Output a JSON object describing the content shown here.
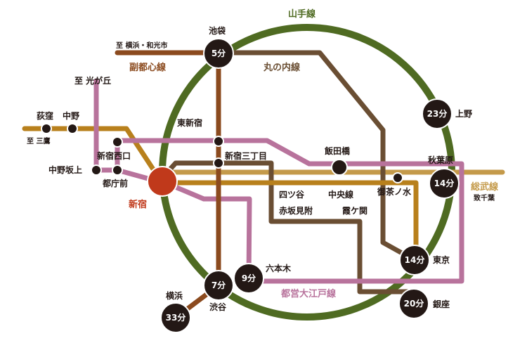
{
  "lines": {
    "yamanote": "山手線",
    "fukutoshin": "副都心線",
    "marunouchi": "丸の内線",
    "chuo": "中央線",
    "sobu": "総武線",
    "oedo": "都営大江戸線"
  },
  "colors": {
    "yamanote": "#4f6b22",
    "fukutoshin": "#8b4a1e",
    "marunouchi": "#6a4e33",
    "chuo": "#b8801c",
    "sobu": "#c49a4a",
    "oedo": "#b8739c",
    "shinjuku": "#c0391b"
  },
  "stations": {
    "ikebukuro": "池袋",
    "ueno": "上野",
    "akihabara": "秋葉原",
    "tokyo": "東京",
    "ginza": "銀座",
    "shibuya": "渋谷",
    "roppongi": "六本木",
    "yokohama": "横浜",
    "shinjuku": "新宿",
    "ogikubo": "荻窪",
    "nakano": "中野",
    "higashishinjuku": "東新宿",
    "shinjukusanchome": "新宿三丁目",
    "nishiguchi": "新宿西口",
    "nakanosakaue": "中野坂上",
    "tochomae": "都庁前",
    "iidabashi": "飯田橋",
    "ochanomizu": "御茶ノ水",
    "yotsuya": "四ツ谷",
    "akasakamitsuke": "赤坂見附",
    "kasumigaseki": "霞ケ関"
  },
  "destinations": {
    "yokohama_wako": "至 横浜・和光市",
    "hikarigaoka": "至 光が丘",
    "mitaka": "至 三鷹",
    "chiba": "致千葉"
  },
  "times": {
    "ikebukuro": "5分",
    "ueno": "23分",
    "akihabara": "14分",
    "tokyo": "14分",
    "ginza": "20分",
    "shibuya": "7分",
    "roppongi": "9分",
    "yokohama": "33分"
  }
}
